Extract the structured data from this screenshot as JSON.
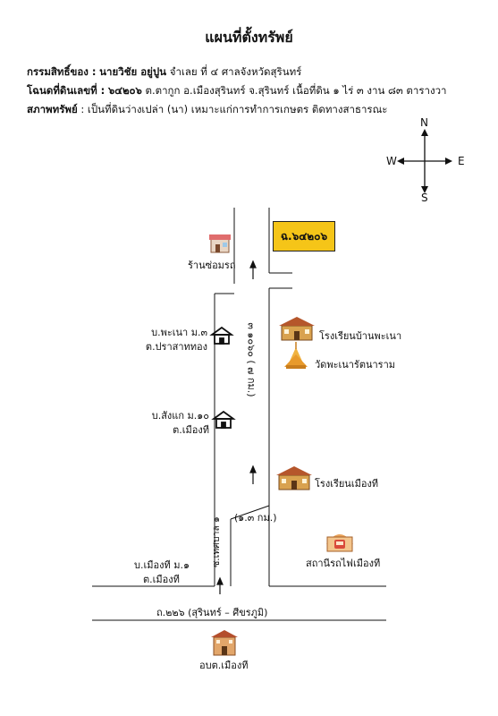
{
  "title": "แผนที่ตั้งทรัพย์",
  "owner": {
    "label": "กรรมสิทธิ์ของ :",
    "name": "นายวิชัย อยู่ปูน",
    "detail": "จำเลย ที่ ๔ ศาลจังหวัดสุรินทร์"
  },
  "deed": {
    "label": "โฉนดที่ดินเลขที่ :",
    "number": "๖๔๒๐๖",
    "detail": "ต.ตากูก อ.เมืองสุรินทร์ จ.สุรินทร์  เนื้อที่ดิน ๑ ไร่ ๓ งาน ๘๓ ตารางวา"
  },
  "condition": {
    "label": "สภาพทรัพย์",
    "detail": ":  เป็นที่ดินว่างเปล่า (นา) เหมาะแก่การทำการเกษตร ติดทางสาธารณะ"
  },
  "compass": {
    "n": "N",
    "s": "S",
    "e": "E",
    "w": "W"
  },
  "map": {
    "plot_label": "ฉ.๖๔๒๐๖",
    "shop": "ร้านซ่อมรถ",
    "village1": "บ.พะเนา ม.๓",
    "tambon1": "ต.ปราสาททอง",
    "village2": "บ.สังแก ม.๑๐",
    "tambon2": "ต.เมืองที",
    "village3": "บ.เมืองที ม.๑",
    "tambon3": "ต.เมืองที",
    "school1": "โรงเรียนบ้านพะเนา",
    "temple": "วัดพะเนารัตนาราม",
    "school2": "โรงเรียนเมืองที",
    "station": "สถานีรถไฟเมืองที",
    "road_main": "ถ.๒๒๖  (สุรินทร์ – ศีขรภูมิ)",
    "road_side": "ซ.เทศบาล ๑",
    "road_distance": "(๑.๓ กม.)",
    "road_vertical": "๓ ๑๐๖๐ ( ๗ กม.)",
    "oboto": "อบต.เมืองที"
  }
}
